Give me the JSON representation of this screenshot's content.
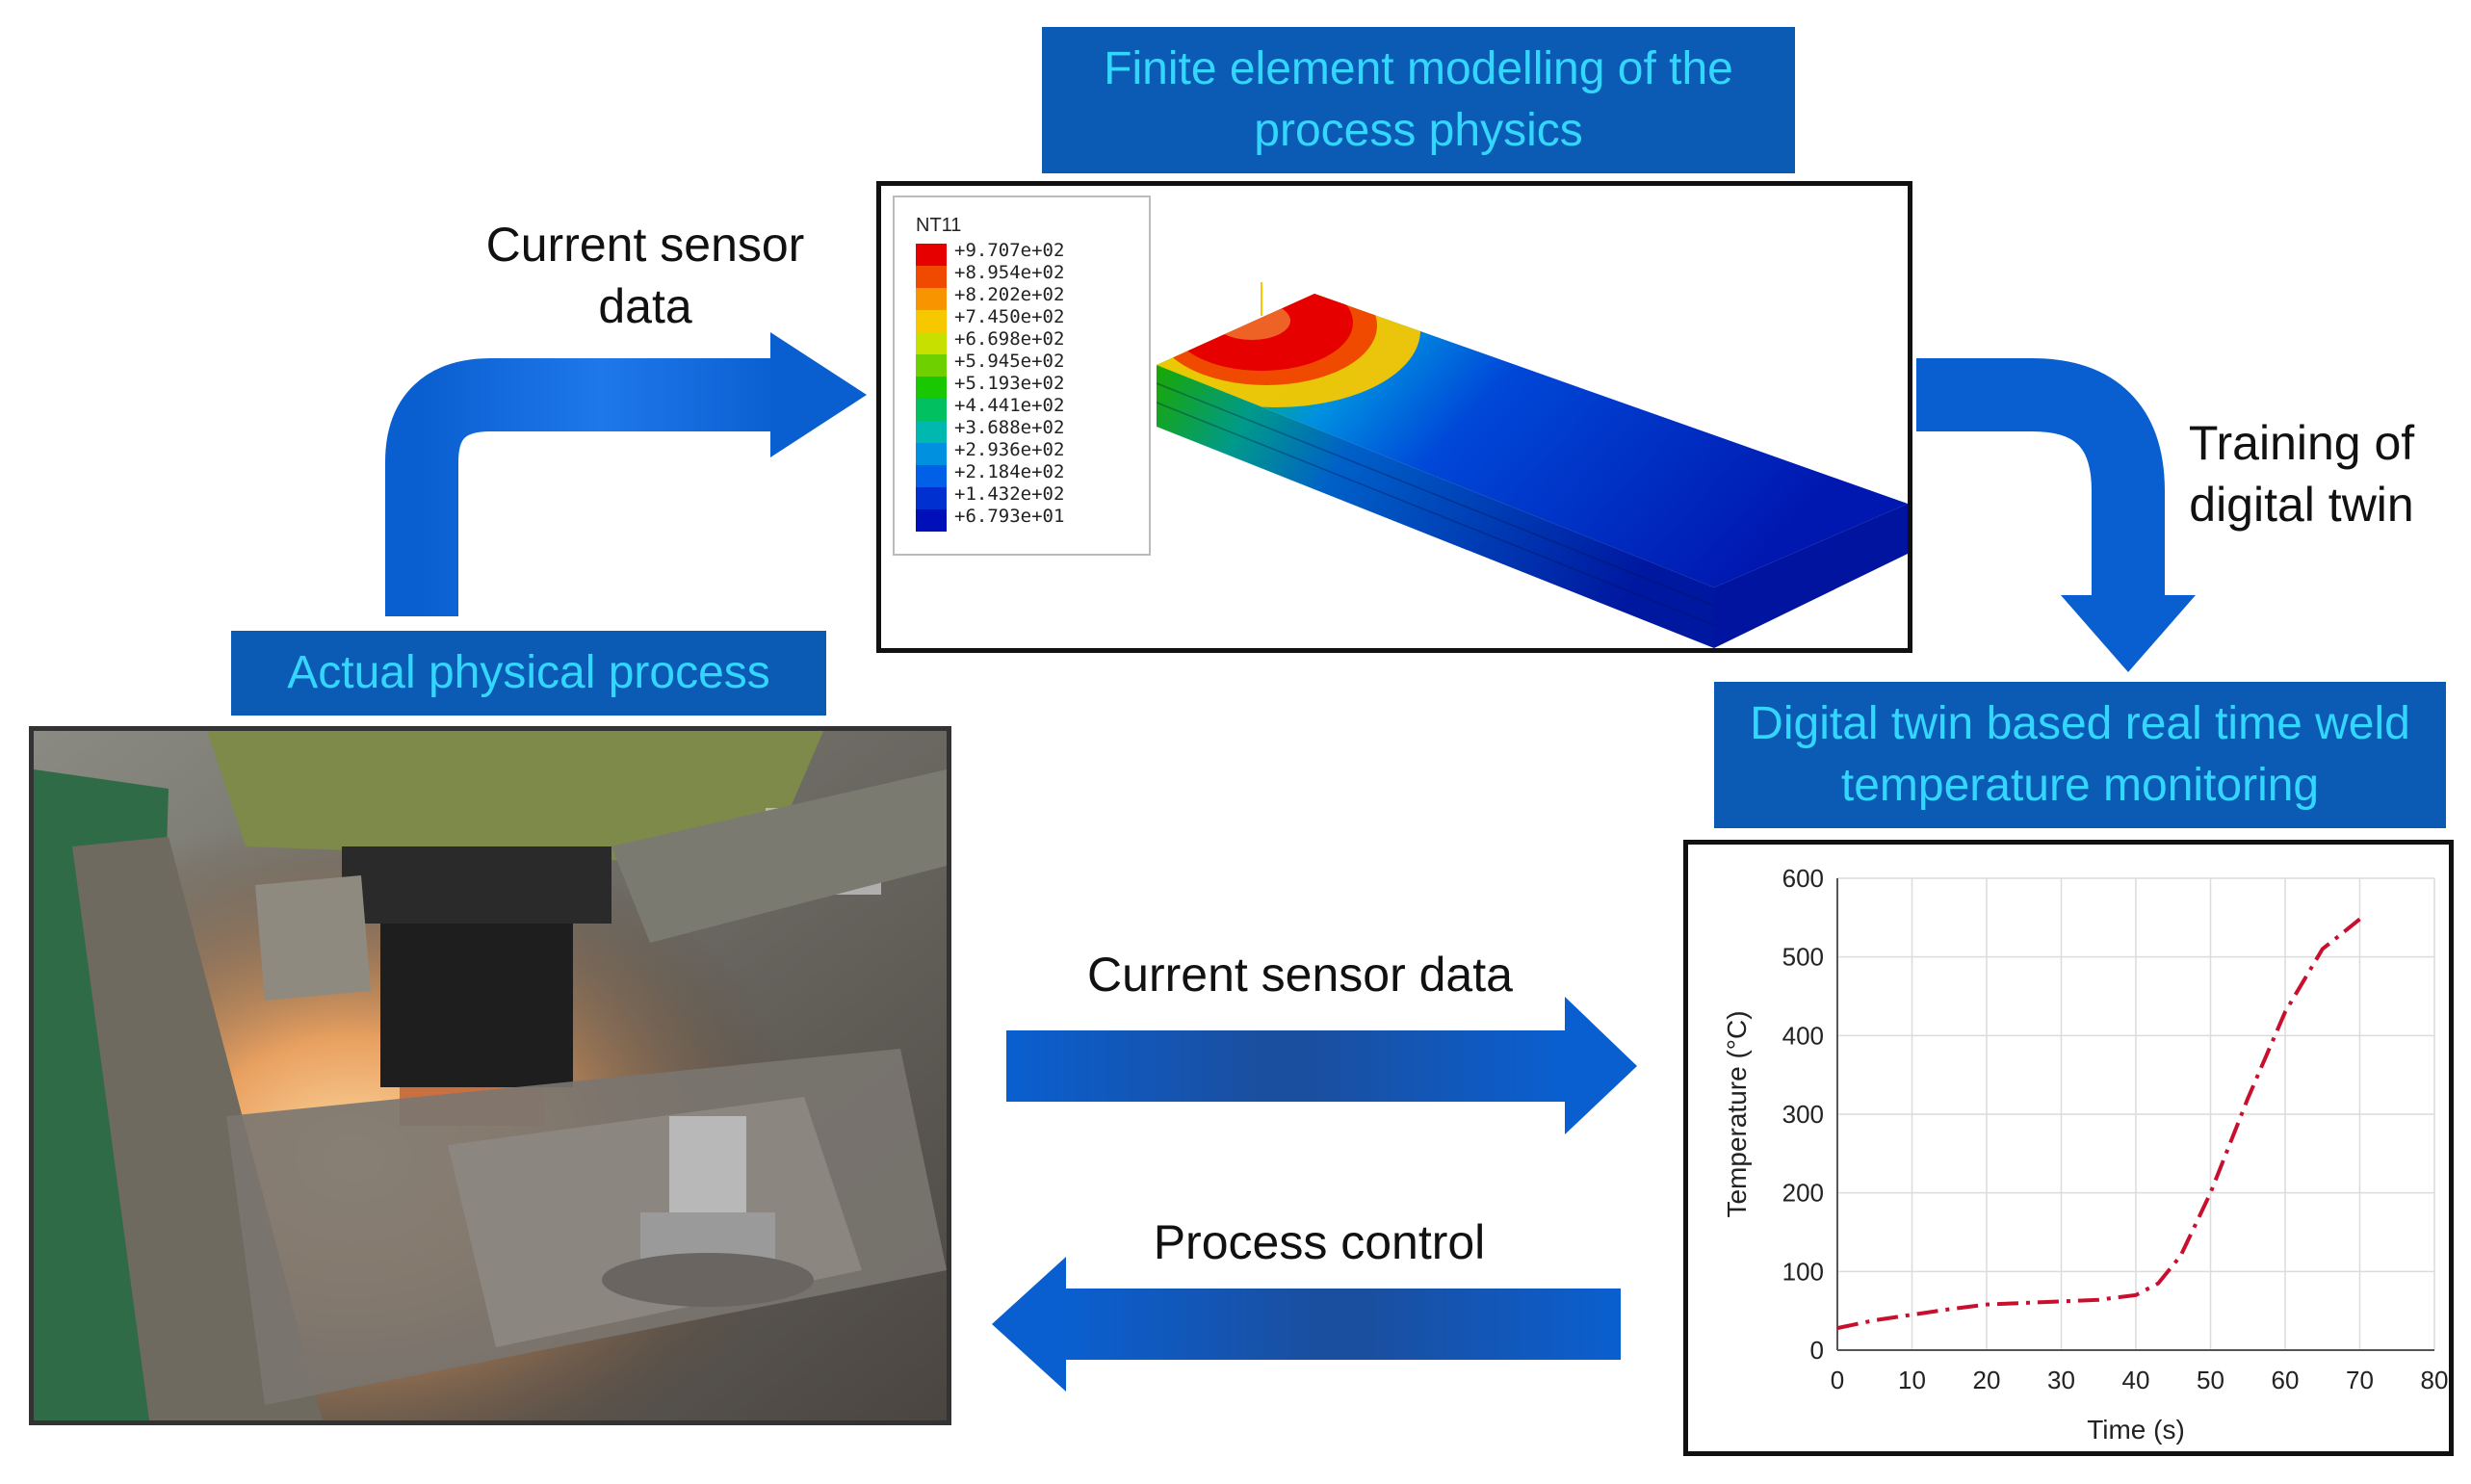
{
  "titles": {
    "fem": "Finite element modelling of the process physics",
    "physical": "Actual physical process",
    "twin": "Digital twin based real time weld temperature monitoring"
  },
  "captions": {
    "sensor_top": "Current sensor data",
    "training": "Training of digital twin",
    "sensor_mid": "Current sensor data",
    "process_control": "Process control"
  },
  "legend": {
    "title": "NT11",
    "levels": [
      "+9.707e+02",
      "+8.954e+02",
      "+8.202e+02",
      "+7.450e+02",
      "+6.698e+02",
      "+5.945e+02",
      "+5.193e+02",
      "+4.441e+02",
      "+3.688e+02",
      "+2.936e+02",
      "+2.184e+02",
      "+1.432e+02",
      "+6.793e+01"
    ],
    "colors": [
      "#e60000",
      "#f04a00",
      "#f79400",
      "#f7c800",
      "#c8e000",
      "#6fd000",
      "#19c800",
      "#00c060",
      "#00b8b0",
      "#0090e0",
      "#0060e8",
      "#0030d0",
      "#0010b8"
    ]
  },
  "colors": {
    "title_bg": "#0b5bb5",
    "title_text": "#33d6ff",
    "arrow_blue": "#0a5fd0",
    "curve": "#c8102e"
  },
  "chart_data": {
    "type": "line",
    "xlabel": "Time (s)",
    "ylabel": "Temperature (°C)",
    "xlim": [
      0,
      80
    ],
    "ylim": [
      0,
      600
    ],
    "xticks": [
      0,
      10,
      20,
      30,
      40,
      50,
      60,
      70,
      80
    ],
    "yticks": [
      0,
      100,
      200,
      300,
      400,
      500,
      600
    ],
    "grid": true,
    "series": [
      {
        "x": [
          0,
          5,
          10,
          15,
          20,
          25,
          30,
          35,
          40,
          43,
          46,
          50,
          55,
          60,
          65,
          70
        ],
        "y": [
          28,
          38,
          45,
          52,
          58,
          60,
          62,
          64,
          70,
          85,
          120,
          200,
          320,
          430,
          510,
          548
        ]
      }
    ]
  }
}
